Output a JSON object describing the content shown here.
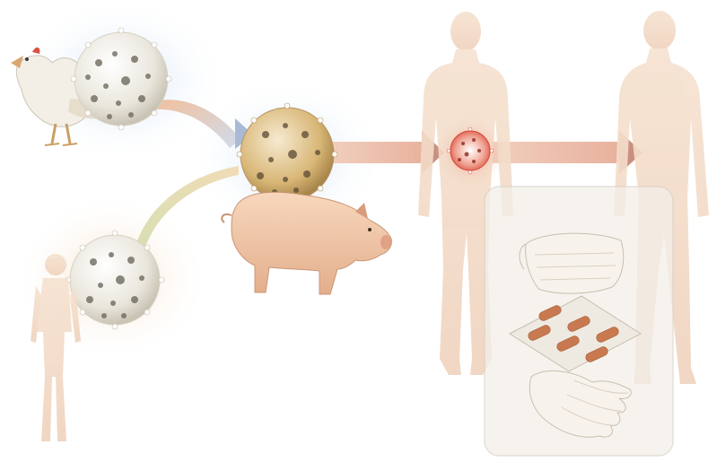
{
  "illustration": {
    "subjects": [
      {
        "id": "chicken",
        "icon": "chicken-icon"
      },
      {
        "id": "human-source",
        "icon": "human-figure-icon"
      },
      {
        "id": "pig",
        "icon": "pig-icon"
      },
      {
        "id": "infected-human",
        "icon": "human-figure-icon"
      },
      {
        "id": "contact-human",
        "icon": "human-figure-icon"
      }
    ],
    "viruses": [
      {
        "id": "avian-virus",
        "icon": "virus-icon"
      },
      {
        "id": "human-virus",
        "icon": "virus-icon"
      },
      {
        "id": "reassortant-virus",
        "icon": "virus-icon"
      },
      {
        "id": "infection-site",
        "icon": "virus-icon"
      }
    ],
    "protection_items": [
      {
        "id": "face-mask",
        "icon": "face-mask-icon"
      },
      {
        "id": "antiviral-tablets",
        "icon": "pill-pack-icon"
      },
      {
        "id": "gloves",
        "icon": "gloves-icon"
      }
    ],
    "colors": {
      "skin": "#f3d9c2",
      "pig": "#efc2a0",
      "virus_shell": "#e9e6dc",
      "reassortant_shell": "#d8b676",
      "infection_red": "#d9473a",
      "arrow": "#e9b9a5",
      "panel": "#f3efe9"
    }
  }
}
